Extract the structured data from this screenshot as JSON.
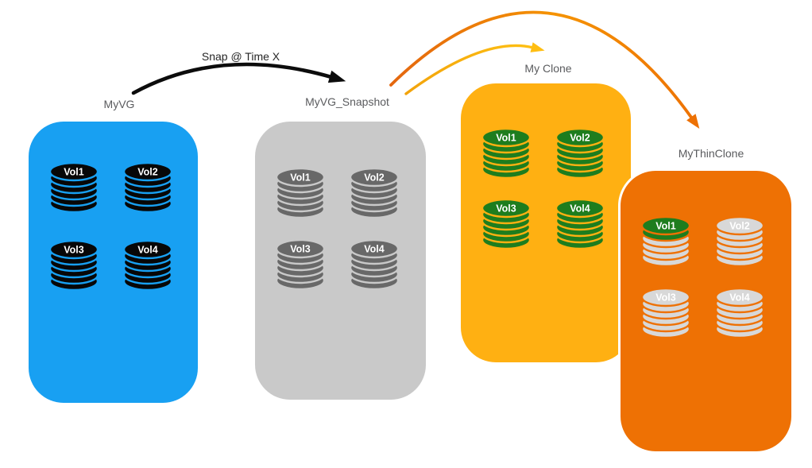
{
  "boxes": [
    {
      "label": "MyVG",
      "bg": "#18A0F2",
      "disk_color": "#070707",
      "volumes": [
        "Vol1",
        "Vol2",
        "Vol3",
        "Vol4"
      ]
    },
    {
      "label": "MyVG_Snapshot",
      "bg": "#C9C9C9",
      "disk_color": "#686868",
      "volumes": [
        "Vol1",
        "Vol2",
        "Vol3",
        "Vol4"
      ]
    },
    {
      "label": "My Clone",
      "bg": "#FFB012",
      "disk_color": "#1E7D1E",
      "volumes": [
        "Vol1",
        "Vol2",
        "Vol3",
        "Vol4"
      ]
    },
    {
      "label": "MyThinClone",
      "bg": "#EE7104",
      "disk_color": "#D8D8D8",
      "cap_color": "#1E7D1E",
      "volumes": [
        "Vol1",
        "Vol2",
        "Vol3",
        "Vol4"
      ]
    }
  ],
  "arrows": [
    {
      "label": "Snap @ Time X",
      "color": "#0C0C0C",
      "from": "MyVG",
      "to": "MyVG_Snapshot"
    },
    {
      "label": "",
      "color": "#FFBE12",
      "from": "MyVG_Snapshot",
      "to": "My Clone"
    },
    {
      "label": "",
      "color": "#ED7104",
      "from": "MyVG_Snapshot",
      "to": "MyThinClone"
    }
  ]
}
